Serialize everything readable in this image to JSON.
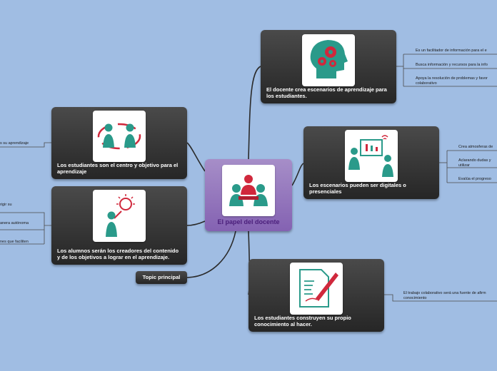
{
  "central": {
    "title": "El papel del docente"
  },
  "nodes": [
    {
      "title": "El docente crea escenarios de aprendizaje para los estudiantes."
    },
    {
      "title": "Los escenarios pueden ser digitales o presenciales"
    },
    {
      "title": "Los estudiantes construyen su propio conocimiento al hacer."
    },
    {
      "title": "Los estudiantes son el centro y objetivo para el aprendizaje"
    },
    {
      "title": "Los alumnos serán los creadores del contenido y de los objetivos a lograr en el aprendizaje."
    }
  ],
  "topic": {
    "label": "Topic principal"
  },
  "leaves": {
    "n1": [
      "Es un facilitador de información para el e",
      "Busca información y recursos para la info",
      "Apoya la resolución de problemas y favor\ncolaborativo"
    ],
    "n2": [
      "Crea atmosferas de",
      "Aclarando dudas y \nutilizar",
      "Evalúa el progreso"
    ],
    "n3": [
      "El trabajo colaborativo será una fuente de afirm\nconocimiento"
    ],
    "n4": [
      "s su aprendizaje"
    ],
    "n5": [
      "rigir su",
      "anera autónoma",
      "nes que faciliten"
    ]
  },
  "colors": {
    "background": "#a0bde3",
    "node": "#333333",
    "central": "#9478bf",
    "icon_teal": "#2a9a8a",
    "icon_red": "#d0283c"
  }
}
